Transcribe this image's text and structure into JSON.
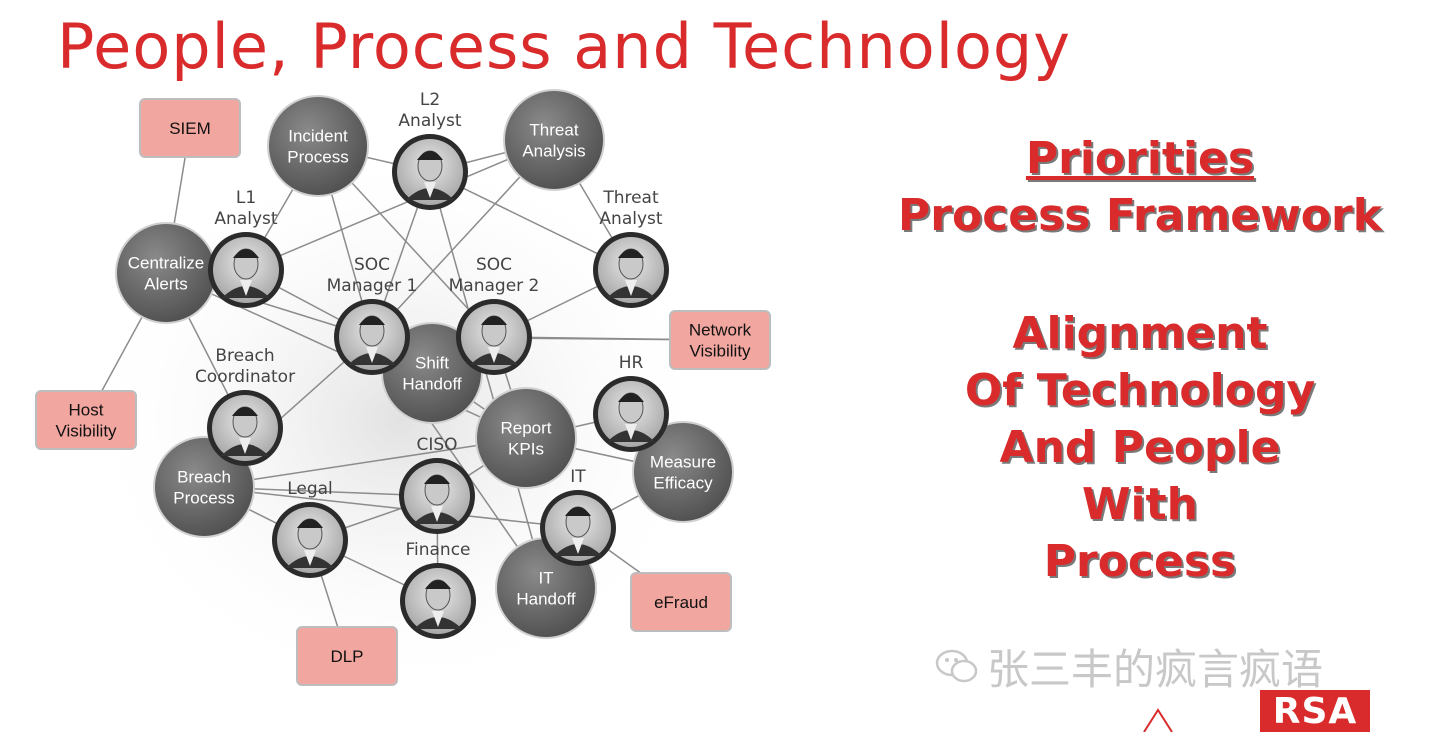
{
  "title": "People, Process and Technology",
  "process_nodes": [
    {
      "id": "incident",
      "lines": [
        "Incident",
        "Process"
      ]
    },
    {
      "id": "threat-analysis",
      "lines": [
        "Threat",
        "Analysis"
      ]
    },
    {
      "id": "centralize",
      "lines": [
        "Centralize",
        "Alerts"
      ]
    },
    {
      "id": "shift",
      "lines": [
        "Shift",
        "Handoff"
      ]
    },
    {
      "id": "report",
      "lines": [
        "Report",
        "KPIs"
      ]
    },
    {
      "id": "measure",
      "lines": [
        "Measure",
        "Efficacy"
      ]
    },
    {
      "id": "breach-process",
      "lines": [
        "Breach",
        "Process"
      ]
    },
    {
      "id": "it-handoff",
      "lines": [
        "IT",
        "Handoff"
      ]
    }
  ],
  "people": [
    {
      "id": "l2",
      "lines": [
        "L2",
        "Analyst"
      ]
    },
    {
      "id": "l1",
      "lines": [
        "L1",
        "Analyst"
      ]
    },
    {
      "id": "threat-analyst",
      "lines": [
        "Threat",
        "Analyst"
      ]
    },
    {
      "id": "soc1",
      "lines": [
        "SOC",
        "Manager 1"
      ]
    },
    {
      "id": "soc2",
      "lines": [
        "SOC",
        "Manager 2"
      ]
    },
    {
      "id": "hr",
      "lines": [
        "HR"
      ]
    },
    {
      "id": "breach-coord",
      "lines": [
        "Breach",
        "Coordinator"
      ]
    },
    {
      "id": "ciso",
      "lines": [
        "CISO"
      ]
    },
    {
      "id": "legal",
      "lines": [
        "Legal"
      ]
    },
    {
      "id": "it",
      "lines": [
        "IT"
      ]
    },
    {
      "id": "finance",
      "lines": [
        "Finance"
      ]
    }
  ],
  "technology": [
    {
      "id": "siem",
      "lines": [
        "SIEM"
      ]
    },
    {
      "id": "network",
      "lines": [
        "Network",
        "Visibility"
      ]
    },
    {
      "id": "host",
      "lines": [
        "Host",
        "Visibility"
      ]
    },
    {
      "id": "efraud",
      "lines": [
        "eFraud"
      ]
    },
    {
      "id": "dlp",
      "lines": [
        "DLP"
      ]
    }
  ],
  "right_panel": {
    "priorities": "Priorities",
    "framework": "Process Framework",
    "alignment_lines": [
      "Alignment",
      "Of Technology",
      "And People",
      "With",
      "Process"
    ]
  },
  "watermark": "张三丰的疯言疯语",
  "logo": "RSA",
  "colors": {
    "accent": "#d92b2b",
    "tech_box": "#f2a6a0",
    "process_node": "#6b6b6b"
  }
}
